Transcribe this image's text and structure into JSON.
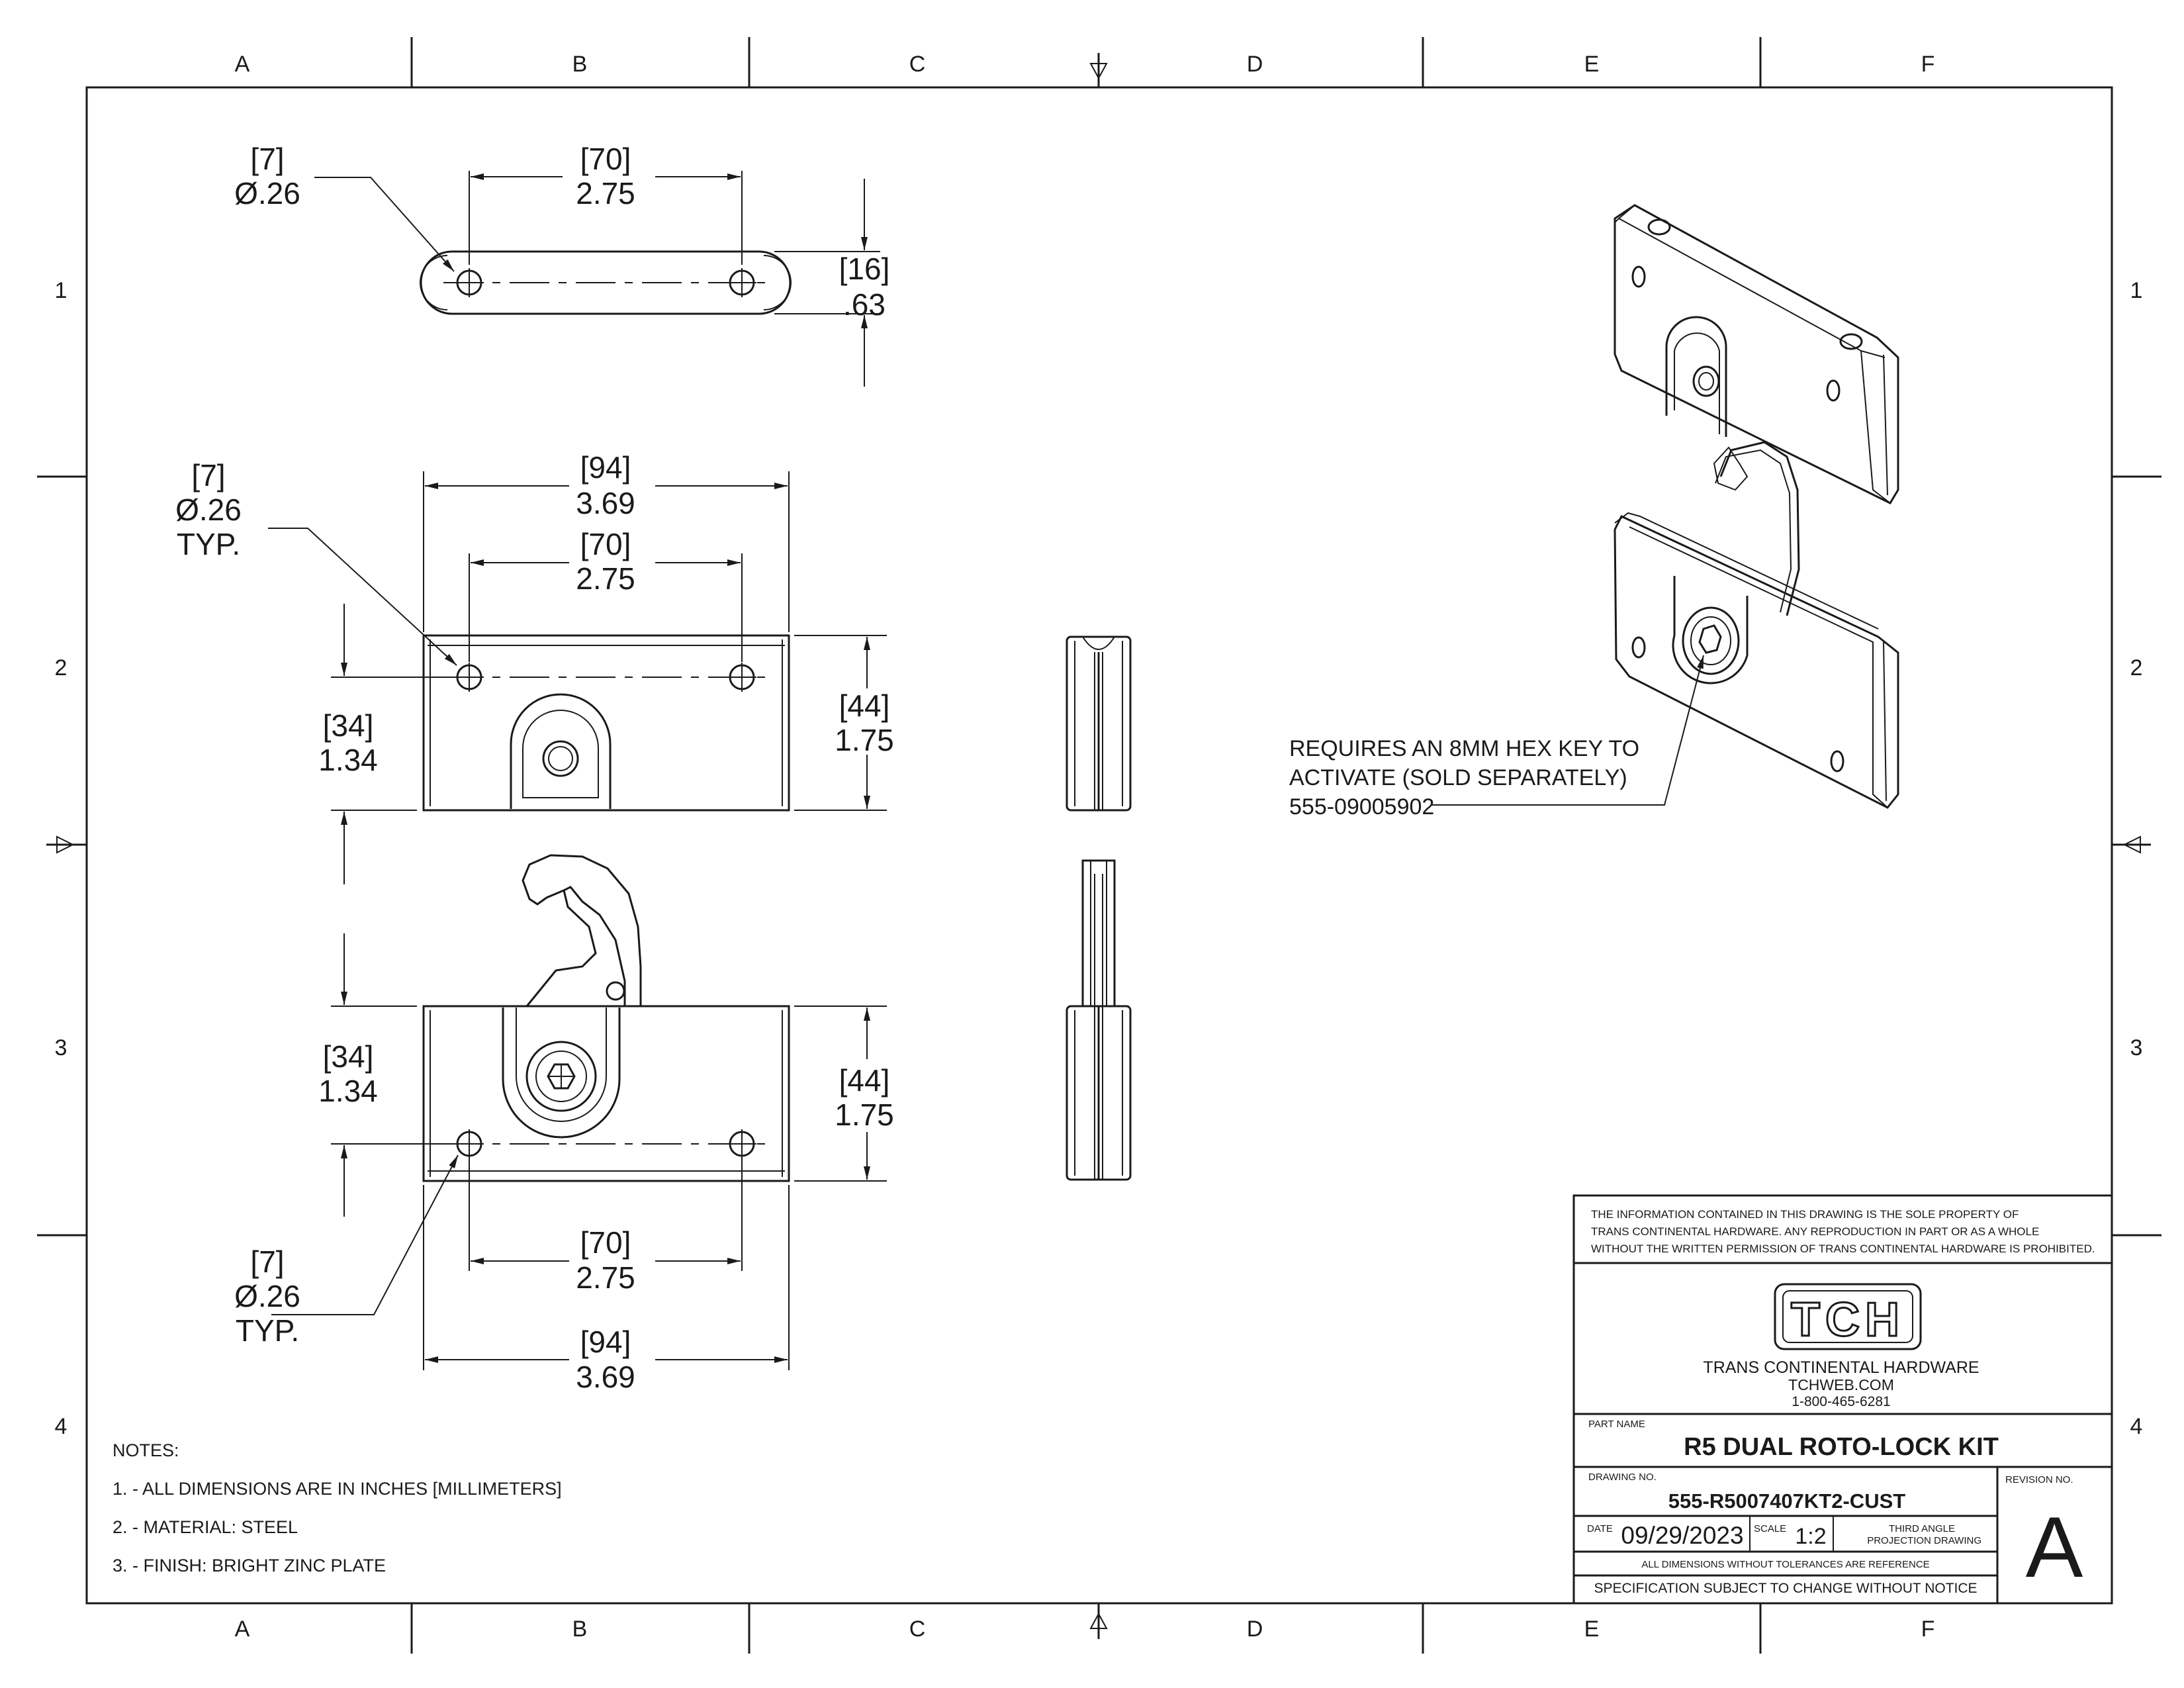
{
  "zones": {
    "columns": [
      "A",
      "B",
      "C",
      "D",
      "E",
      "F"
    ],
    "rows": [
      "1",
      "2",
      "3",
      "4"
    ]
  },
  "views": {
    "top": {
      "hole_dim": {
        "mm": "[7]",
        "in": "Ø.26"
      },
      "spacing_dim": {
        "mm": "[70]",
        "in": "2.75"
      },
      "height_dim": {
        "mm": "[16]",
        "in": ".63"
      }
    },
    "front_upper": {
      "hole_dim": {
        "mm": "[7]",
        "in": "Ø.26",
        "note": "TYP."
      },
      "overall_dim": {
        "mm": "[94]",
        "in": "3.69"
      },
      "spacing_dim": {
        "mm": "[70]",
        "in": "2.75"
      },
      "left_dim": {
        "mm": "[34]",
        "in": "1.34"
      },
      "height_dim": {
        "mm": "[44]",
        "in": "1.75"
      }
    },
    "front_lower": {
      "left_dim": {
        "mm": "[34]",
        "in": "1.34"
      },
      "height_dim": {
        "mm": "[44]",
        "in": "1.75"
      },
      "hole_dim": {
        "mm": "[7]",
        "in": "Ø.26",
        "note": "TYP."
      },
      "spacing_dim": {
        "mm": "[70]",
        "in": "2.75"
      },
      "overall_dim": {
        "mm": "[94]",
        "in": "3.69"
      }
    }
  },
  "callout": {
    "line1": "REQUIRES AN 8MM HEX KEY TO",
    "line2": "ACTIVATE (SOLD SEPARATELY)",
    "part": "555-09005902"
  },
  "notes": {
    "title": "NOTES:",
    "items": [
      "1. - ALL DIMENSIONS ARE IN INCHES [MILLIMETERS]",
      "2. - MATERIAL: STEEL",
      "3. - FINISH: BRIGHT ZINC PLATE"
    ]
  },
  "title_block": {
    "disclaimer": [
      "THE INFORMATION CONTAINED IN THIS DRAWING IS THE SOLE PROPERTY OF",
      "TRANS CONTINENTAL HARDWARE.  ANY REPRODUCTION IN PART OR AS A WHOLE",
      "WITHOUT THE WRITTEN PERMISSION OF TRANS CONTINENTAL HARDWARE IS PROHIBITED."
    ],
    "logo": "TCH",
    "company": "TRANS CONTINENTAL HARDWARE",
    "website": "TCHWEB.COM",
    "phone": "1-800-465-6281",
    "part_name_label": "PART NAME",
    "part_name": "R5 DUAL ROTO-LOCK KIT",
    "drawing_no_label": "DRAWING NO.",
    "drawing_no": "555-R5007407KT2-CUST",
    "revision_label": "REVISION NO.",
    "revision": "A",
    "date_label": "DATE",
    "date": "09/29/2023",
    "scale_label": "SCALE",
    "scale": "1:2",
    "projection_1": "THIRD ANGLE",
    "projection_2": "PROJECTION DRAWING",
    "tolerance_note": "ALL DIMENSIONS WITHOUT TOLERANCES ARE REFERENCE",
    "spec_note": "SPECIFICATION SUBJECT TO CHANGE WITHOUT NOTICE"
  }
}
